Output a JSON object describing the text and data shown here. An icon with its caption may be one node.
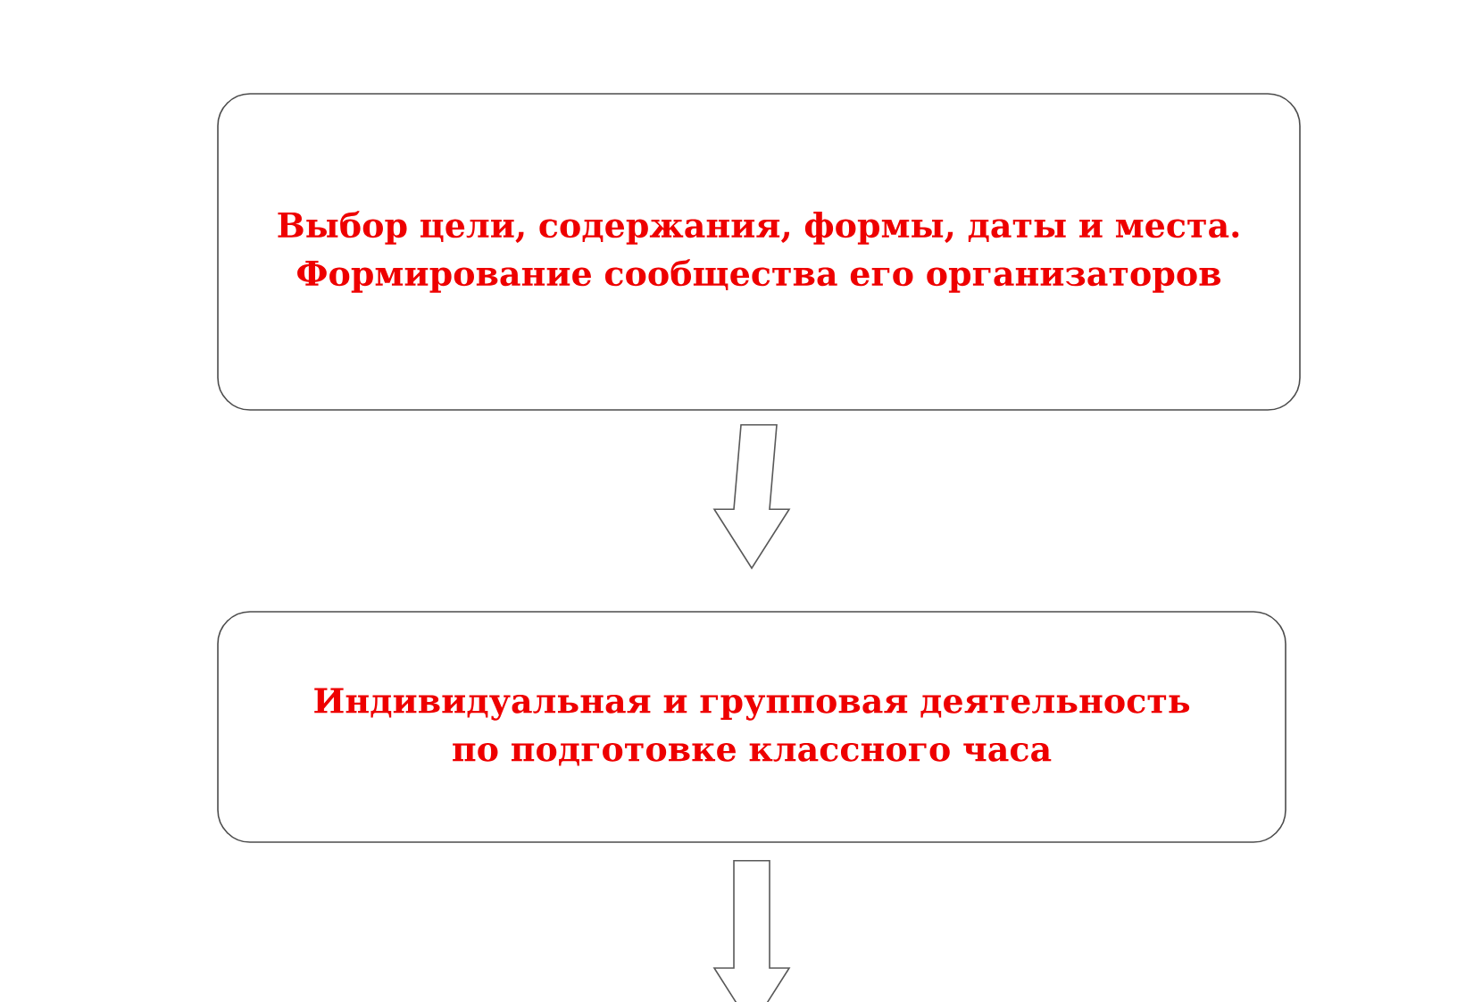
{
  "diagram": {
    "nodes": [
      {
        "text": [
          "Выбор цели, содержания, формы, даты и места. Формирование сообщества его организаторов"
        ]
      },
      {
        "text": [
          "Индивидуальная и групповая деятельность по подготовке классного часа"
        ]
      }
    ],
    "edges": [
      {
        "from": 0,
        "to": 1,
        "arrow": "to"
      },
      {
        "from": 1,
        "to": null,
        "arrow": "to"
      }
    ]
  }
}
